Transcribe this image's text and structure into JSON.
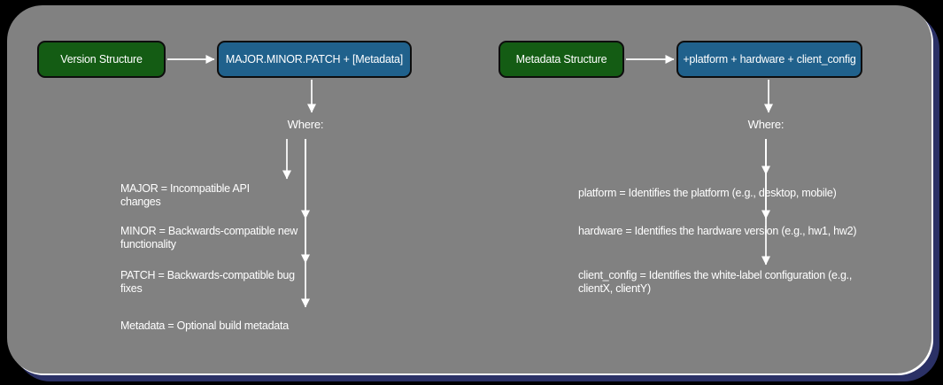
{
  "panel": {
    "page_bg": "#000000",
    "panel_bg": "#818181",
    "rim_color": "#ffffff",
    "shadow_color": "#2b3166"
  },
  "colors": {
    "green_node": "#145c14",
    "blue_node": "#20618c",
    "node_border": "#0d0d0d",
    "text": "#ffffff",
    "arrow": "#ffffff"
  },
  "left_flow": {
    "source_label": "Version Structure",
    "target_label": "MAJOR.MINOR.PATCH + [Metadata]",
    "where_label": "Where:",
    "items": [
      "MAJOR = Incompatible API changes",
      "MINOR = Backwards-compatible new functionality",
      "PATCH = Backwards-compatible bug fixes",
      "Metadata = Optional build metadata"
    ]
  },
  "right_flow": {
    "source_label": "Metadata Structure",
    "target_label": "+platform + hardware + client_config",
    "where_label": "Where:",
    "items": [
      "platform = Identifies the platform (e.g., desktop, mobile)",
      "hardware = Identifies the hardware version (e.g., hw1, hw2)",
      "client_config = Identifies the white-label configuration (e.g., clientX, clientY)"
    ]
  }
}
